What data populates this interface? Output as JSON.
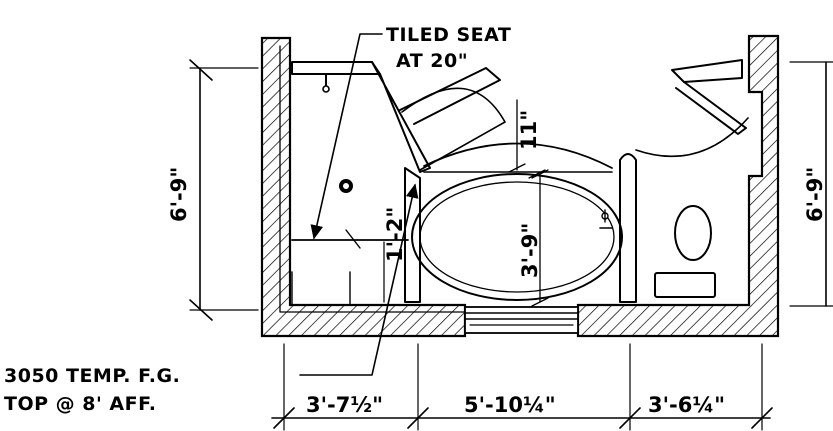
{
  "notes": {
    "seat_line1": "TILED SEAT",
    "seat_line2": "AT 20\"",
    "window_line1": "3050 TEMP. F.G.",
    "window_line2": "TOP @ 8' AFF."
  },
  "dimensions": {
    "height_left": "6'-9\"",
    "height_right": "6'-9\"",
    "bench_depth": "1'-2\"",
    "tub_width": "3'-9\"",
    "tub_clearance": "11\"",
    "width_shower": "3'-7½\"",
    "width_tub": "5'-10¼\"",
    "width_toilet": "3'-6¼\""
  }
}
